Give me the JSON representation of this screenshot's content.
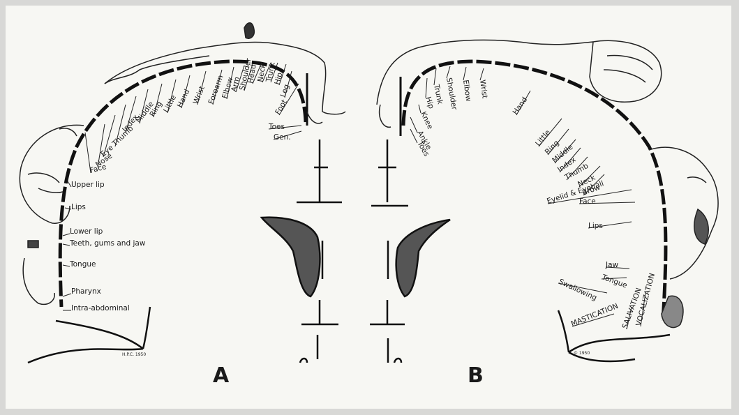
{
  "panel_a": {
    "letter": "A",
    "signature": "H.P.C. 1950",
    "labels": [
      "Toes",
      "Gen.",
      "Foot",
      "Leg",
      "Hip",
      "Trunk",
      "Neck",
      "Head",
      "Shoulder",
      "Arm",
      "Elbow",
      "Forearm",
      "Wrist",
      "Hand",
      "Little",
      "Ring",
      "Middle",
      "Index",
      "Thumb",
      "Eye",
      "Nose",
      "Face",
      "Upper lip",
      "Lips",
      "Lower lip",
      "Teeth, gums and jaw",
      "Tongue",
      "Pharynx",
      "Intra-abdominal"
    ]
  },
  "panel_b": {
    "letter": "B",
    "signature": "© 1950",
    "labels": [
      "Toes",
      "Ankle",
      "Knee",
      "Hip",
      "Trunk",
      "Shoulder",
      "Elbow",
      "Wrist",
      "Hand",
      "Little",
      "Ring",
      "Middle",
      "Index",
      "Thumb",
      "Neck",
      "Brow",
      "Eyelid & Eyeball",
      "Face",
      "Lips",
      "Jaw",
      "Tongue",
      "Swallowing",
      "MASTICATION",
      "SALIVATION",
      "VOCALIZATION"
    ]
  }
}
